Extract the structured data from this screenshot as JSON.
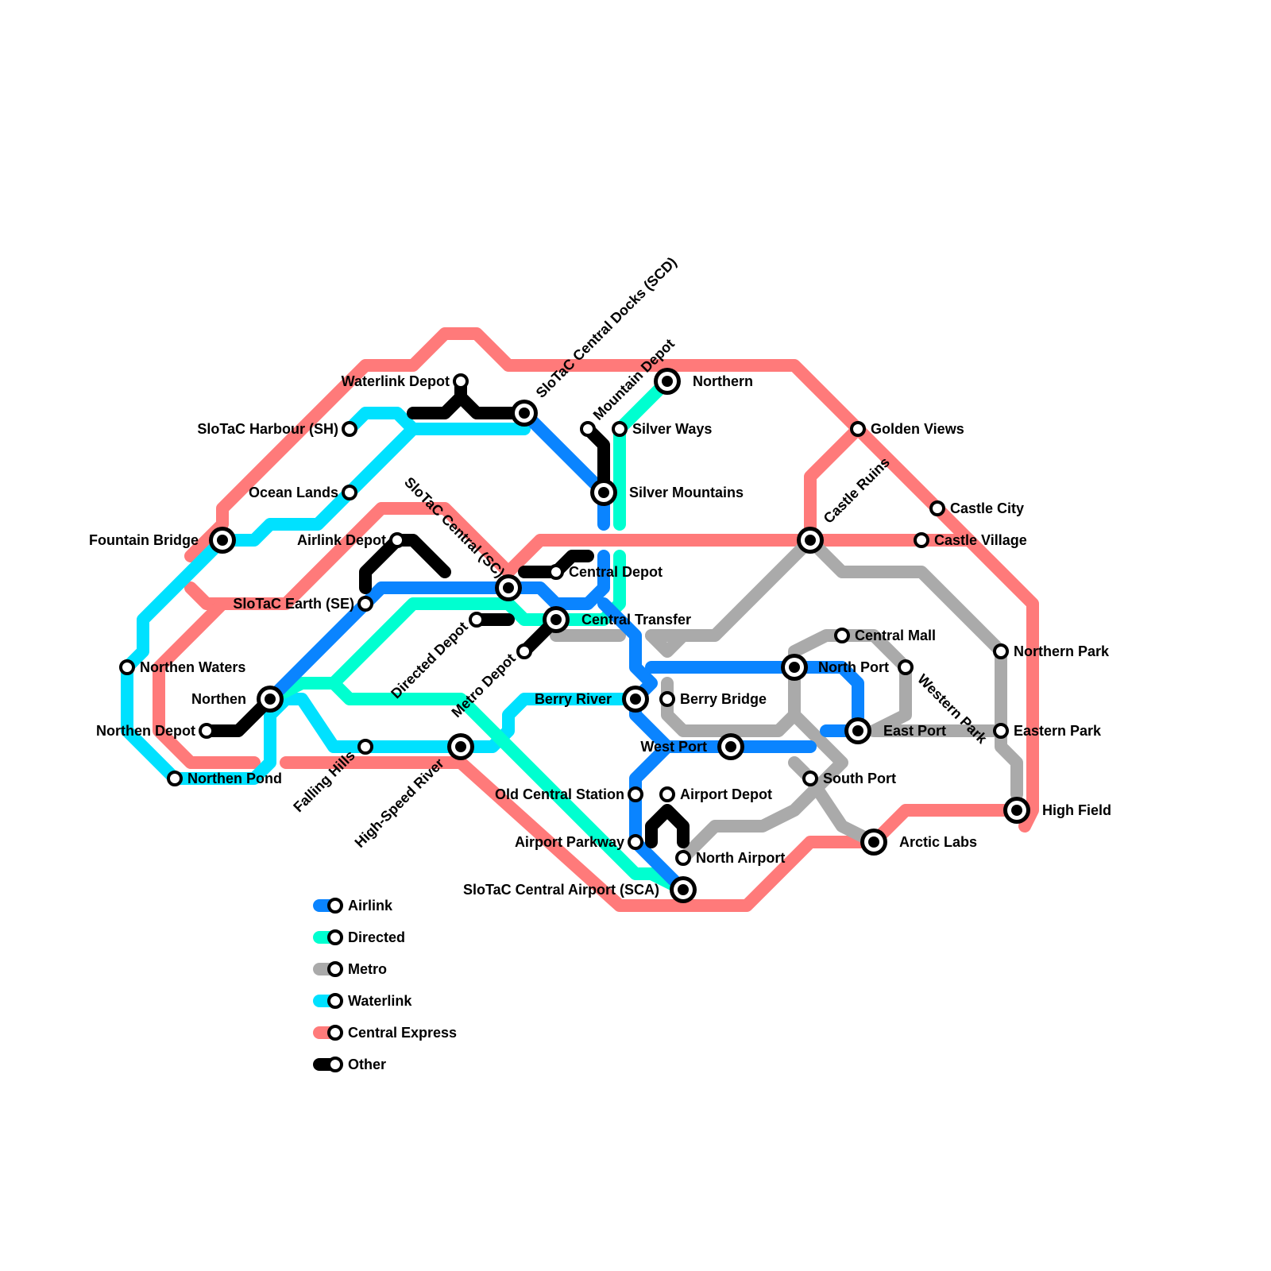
{
  "colors": {
    "airlink": "#0a84ff",
    "directed": "#00ffd0",
    "metro": "#aaaaaa",
    "waterlink": "#00e1ff",
    "central_express": "#ff7a7a",
    "other": "#000000"
  },
  "legend": [
    {
      "key": "airlink",
      "label": "Airlink"
    },
    {
      "key": "directed",
      "label": "Directed"
    },
    {
      "key": "metro",
      "label": "Metro"
    },
    {
      "key": "waterlink",
      "label": "Waterlink"
    },
    {
      "key": "central_express",
      "label": "Central Express"
    },
    {
      "key": "other",
      "label": "Other"
    }
  ],
  "stations": {
    "waterlink_depot": "Waterlink Depot",
    "sh": "SloTaC Harbour (SH)",
    "ocean_lands": "Ocean Lands",
    "fountain_bridge": "Fountain Bridge",
    "airlink_depot": "Airlink Depot",
    "se": "SloTaC Earth (SE)",
    "northen_waters": "Northen Waters",
    "northen": "Northen",
    "northen_depot": "Northen Depot",
    "northen_pond": "Northen Pond",
    "falling_hills": "Falling Hills",
    "high_speed_river": "High-Speed River",
    "directed_depot": "Directed Depot",
    "metro_depot": "Metro Depot",
    "sc": "SloTaC Central (SC)",
    "scd": "SloTaC Central Docks (SCD)",
    "mountain_depot": "Mountain Depot",
    "northern": "Northern",
    "silver_ways": "Silver Ways",
    "silver_mountains": "Silver Mountains",
    "central_depot": "Central Depot",
    "central_transfer": "Central Transfer",
    "berry_river": "Berry River",
    "berry_bridge": "Berry Bridge",
    "west_port": "West Port",
    "old_central_station": "Old Central Station",
    "airport_depot": "Airport Depot",
    "airport_parkway": "Airport Parkway",
    "north_airport": "North Airport",
    "sca": "SloTaC Central Airport (SCA)",
    "golden_views": "Golden Views",
    "castle_ruins": "Castle Ruins",
    "castle_city": "Castle City",
    "castle_village": "Castle Village",
    "central_mall": "Central Mall",
    "north_port": "North Port",
    "western_park": "Western Park",
    "east_port": "East Port",
    "northern_park": "Northern Park",
    "eastern_park": "Eastern Park",
    "south_port": "South Port",
    "high_field": "High Field",
    "arctic_labs": "Arctic Labs"
  }
}
